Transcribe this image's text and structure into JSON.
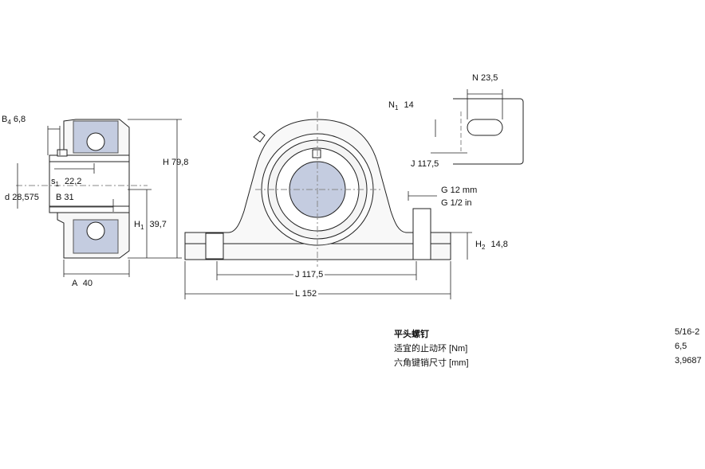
{
  "dimensions": {
    "B4": {
      "sym": "B",
      "sub": "4",
      "value": "6,8"
    },
    "s1": {
      "sym": "s",
      "sub": "1",
      "value": "22,2"
    },
    "d": {
      "sym": "d",
      "value": "28,575"
    },
    "B": {
      "sym": "B",
      "value": "31"
    },
    "A": {
      "sym": "A",
      "value": "40"
    },
    "H": {
      "sym": "H",
      "value": "79,8"
    },
    "H1": {
      "sym": "H",
      "sub": "1",
      "value": "39,7"
    },
    "N1": {
      "sym": "N",
      "sub": "1",
      "value": "14"
    },
    "N": {
      "sym": "N",
      "value": "23,5"
    },
    "J_detail": {
      "sym": "J",
      "value": "117,5"
    },
    "G_mm": {
      "sym": "G",
      "value": "12 mm"
    },
    "G_in": {
      "sym": "G",
      "value": "1/2 in"
    },
    "H2": {
      "sym": "H",
      "sub": "2",
      "value": "14,8"
    },
    "J": {
      "sym": "J",
      "value": "117,5"
    },
    "L": {
      "sym": "L",
      "value": "152"
    }
  },
  "specs": [
    {
      "label": "平头螺钉",
      "value": "5/16-2"
    },
    {
      "label": "适宜的止动环 [Nm]",
      "value": "6,5"
    },
    {
      "label": "六角键销尺寸 [mm]",
      "value": "3,9687"
    }
  ],
  "colors": {
    "line": "#222222",
    "insert": "#c4cce0",
    "body": "#f6f6f6"
  }
}
